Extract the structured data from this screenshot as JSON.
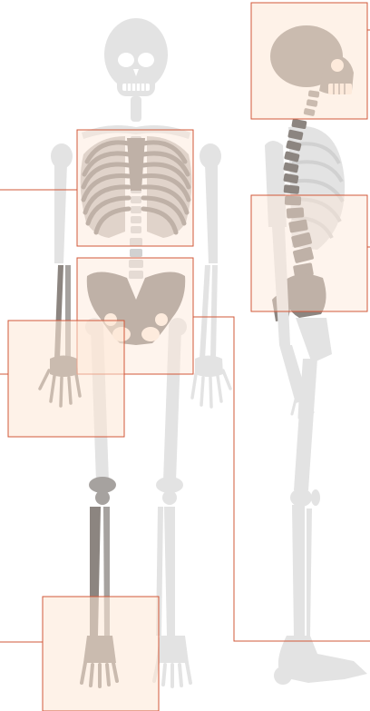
{
  "colors": {
    "background": "#ffffff",
    "bone_light": "#e3e3e3",
    "bone_mid": "#d1d1d1",
    "bone_highlight": "#a6a29f",
    "bone_dark": "#8c8580",
    "box_fill": "#fde7d6",
    "box_stroke": "#d2583a",
    "leader_line": "#d2583a"
  },
  "views": {
    "front": "front-skeleton",
    "side": "side-skeleton"
  },
  "highlight_regions": [
    {
      "id": "skull-side",
      "view": "side"
    },
    {
      "id": "rib-cage-front",
      "view": "front"
    },
    {
      "id": "spine-lumbar-side",
      "view": "side"
    },
    {
      "id": "pelvis-front",
      "view": "front"
    },
    {
      "id": "hand-wrist-front",
      "view": "front"
    },
    {
      "id": "foot-ankle-front",
      "view": "front"
    }
  ]
}
